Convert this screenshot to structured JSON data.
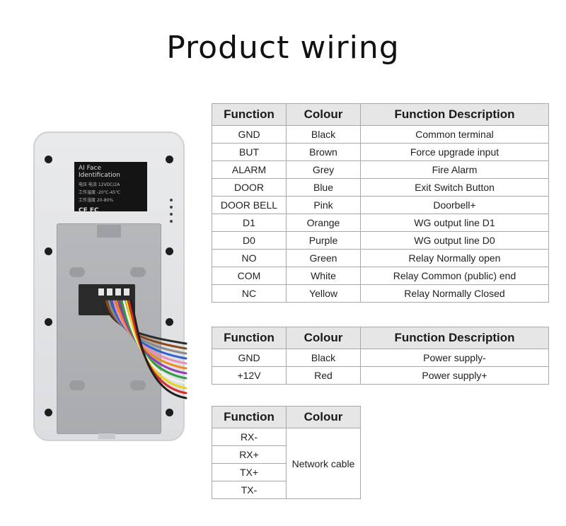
{
  "page": {
    "title": "Product wiring"
  },
  "device": {
    "label_lines": [
      "AI Face Identification",
      "电压 电流 12VDC/2A",
      "工作温度 -20℃-45℃",
      "工作湿度 20-80%"
    ],
    "cert_marks": "CE FC"
  },
  "table1": {
    "headers": [
      "Function",
      "Colour",
      "Function Description"
    ],
    "rows": [
      [
        "GND",
        "Black",
        "Common terminal"
      ],
      [
        "BUT",
        "Brown",
        "Force upgrade input"
      ],
      [
        "ALARM",
        "Grey",
        "Fire Alarm"
      ],
      [
        "DOOR",
        "Blue",
        "Exit Switch Button"
      ],
      [
        "DOOR BELL",
        "Pink",
        "Doorbell+"
      ],
      [
        "D1",
        "Orange",
        "WG output line D1"
      ],
      [
        "D0",
        "Purple",
        "WG output line D0"
      ],
      [
        "NO",
        "Green",
        "Relay Normally open"
      ],
      [
        "COM",
        "White",
        "Relay Common (public) end"
      ],
      [
        "NC",
        "Yellow",
        "Relay Normally Closed"
      ]
    ]
  },
  "table2": {
    "headers": [
      "Function",
      "Colour",
      "Function Description"
    ],
    "rows": [
      [
        "GND",
        "Black",
        "Power supply-"
      ],
      [
        "+12V",
        "Red",
        "Power supply+"
      ]
    ]
  },
  "table3": {
    "headers": [
      "Function",
      "Colour"
    ],
    "functions": [
      "RX-",
      "RX+",
      "TX+",
      "TX-"
    ],
    "colour": "Network cable"
  },
  "wire_colors": [
    "#2b2b2b",
    "#8b4a1c",
    "#8a8a8a",
    "#2f5fd0",
    "#e98fb6",
    "#f08a1a",
    "#8e3fb0",
    "#2e9e3e",
    "#f2f2f2",
    "#e8d21b",
    "#d42b2b",
    "#1f1f1f"
  ]
}
